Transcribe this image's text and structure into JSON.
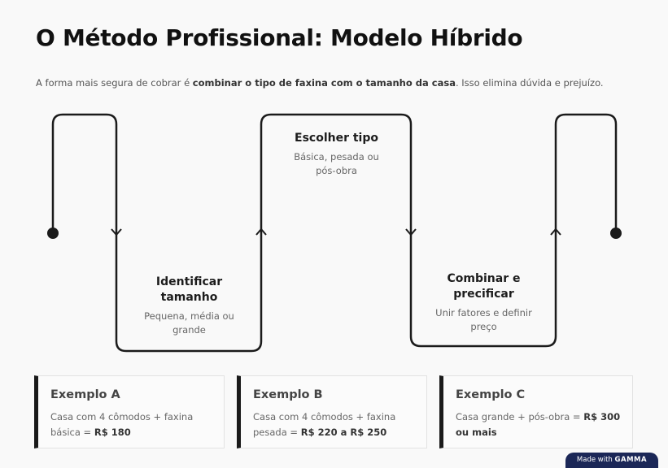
{
  "title": "O Método Profissional: Modelo Híbrido",
  "subtitle": {
    "prefix": "A forma mais segura de cobrar é ",
    "bold": "combinar o tipo de faxina com o tamanho da casa",
    "suffix": ". Isso elimina dúvida e prejuízo."
  },
  "steps": [
    {
      "title": "Identificar tamanho",
      "desc": "Pequena, média ou grande"
    },
    {
      "title": "Escolher tipo",
      "desc": "Básica, pesada ou pós-obra"
    },
    {
      "title": "Combinar e precificar",
      "desc": "Unir fatores e definir preço"
    }
  ],
  "examples": [
    {
      "title": "Exemplo A",
      "text": "Casa com 4 cômodos + faxina básica = ",
      "highlight": "R$ 180"
    },
    {
      "title": "Exemplo B",
      "text": "Casa com 4 cômodos + faxina pesada = ",
      "highlight": "R$ 220 a R$ 250"
    },
    {
      "title": "Exemplo C",
      "text": "Casa grande + pós-obra = ",
      "highlight": "R$ 300 ou mais"
    }
  ],
  "badge": {
    "prefix": "Made with",
    "brand": "GAMMA"
  }
}
